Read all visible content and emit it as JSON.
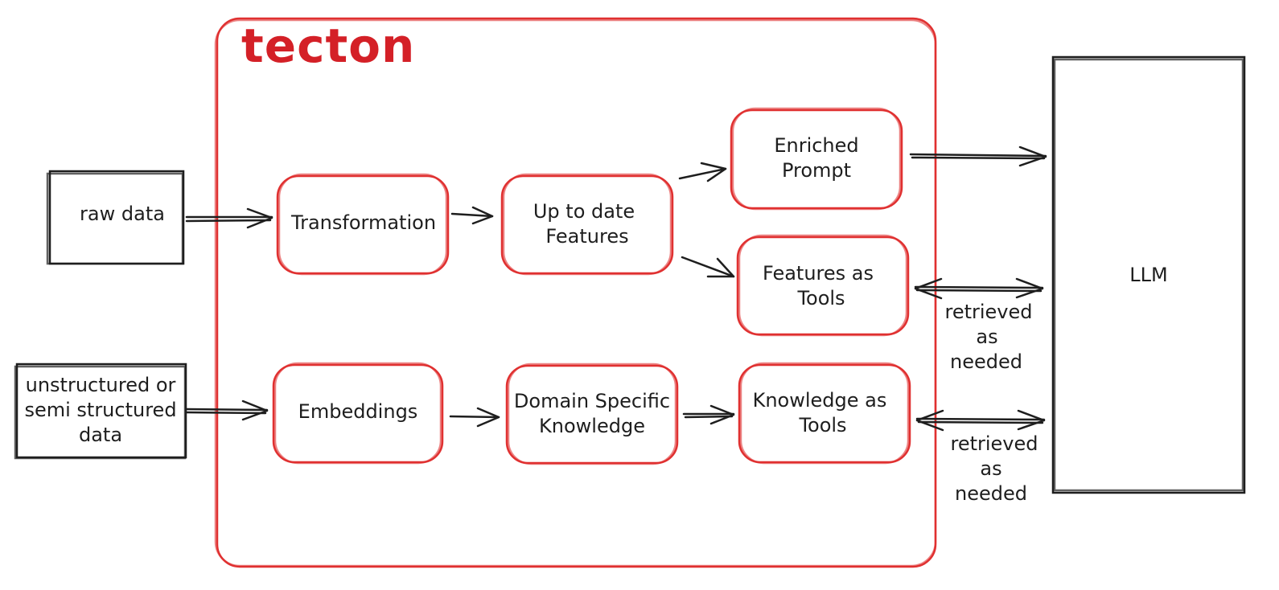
{
  "brand": {
    "logo_text": "tecton",
    "accent_color": "#e03131"
  },
  "inputs": {
    "raw_data": "raw data",
    "unstructured_line1": "unstructured or",
    "unstructured_line2": "semi structured",
    "unstructured_line3": "data"
  },
  "nodes": {
    "transformation": "Transformation",
    "up_to_date_line1": "Up to date",
    "up_to_date_line2": "Features",
    "enriched_line1": "Enriched",
    "enriched_line2": "Prompt",
    "features_tools_line1": "Features as",
    "features_tools_line2": "Tools",
    "embeddings": "Embeddings",
    "domain_line1": "Domain Specific",
    "domain_line2": "Knowledge",
    "knowledge_tools_line1": "Knowledge as",
    "knowledge_tools_line2": "Tools"
  },
  "llm": {
    "label": "LLM"
  },
  "annotations": {
    "retrieved_1": {
      "line1": "retrieved",
      "line2": "as",
      "line3": "needed"
    },
    "retrieved_2": {
      "line1": "retrieved",
      "line2": "as",
      "line3": "needed"
    }
  }
}
